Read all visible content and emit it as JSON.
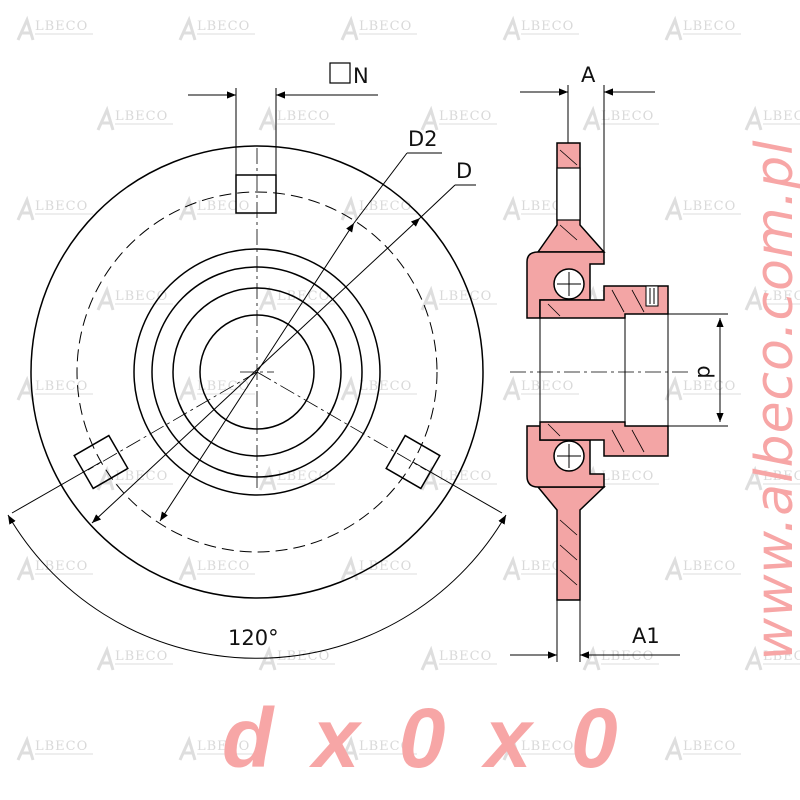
{
  "brand": {
    "watermark": "LBECO",
    "url": "www.albeco.com.pl"
  },
  "labels": {
    "square": "□",
    "n": "N",
    "d2": "D2",
    "d_outer": "D",
    "a": "A",
    "a1": "A1",
    "d_bore": "d",
    "angle": "120°"
  },
  "formula": "d x 0 x 0",
  "colors": {
    "section_fill": "#f3a5a5",
    "watermark": "#d9d9d9",
    "accent_text": "#f7a6a6"
  }
}
